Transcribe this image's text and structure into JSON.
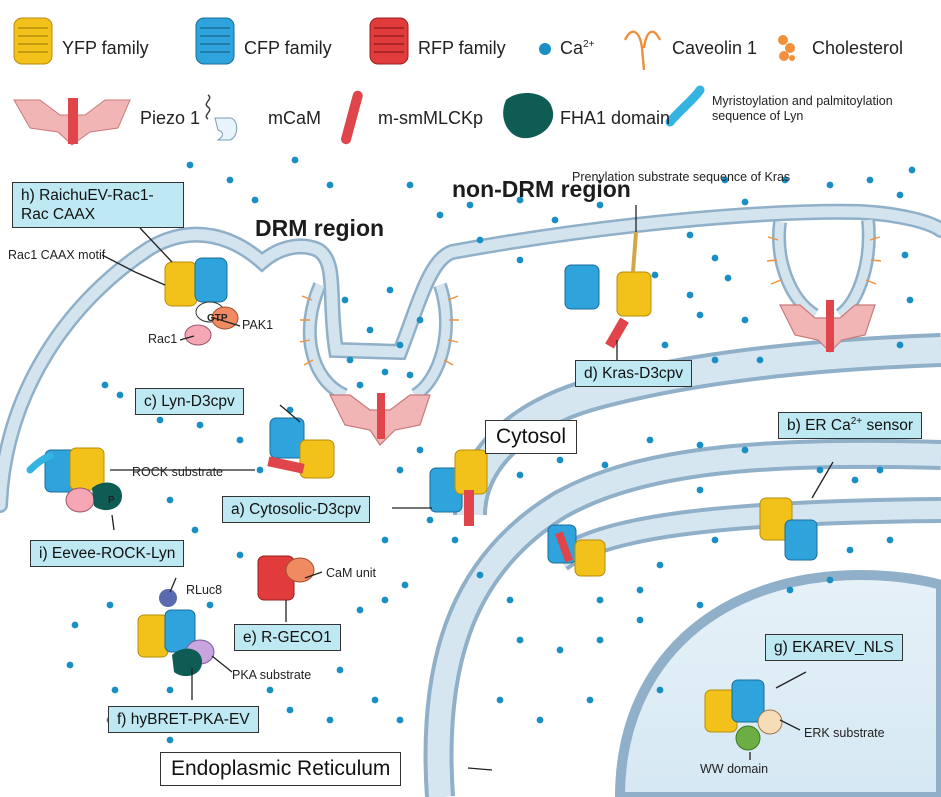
{
  "legend": {
    "yfp": "YFP family",
    "cfp": "CFP family",
    "rfp": "RFP family",
    "ca": "Ca",
    "ca_sup": "2+",
    "caveolin": "Caveolin 1",
    "cholesterol": "Cholesterol",
    "piezo": "Piezo 1",
    "mcam": "mCaM",
    "msmlckp": "m-smMLCKp",
    "fha1": "FHA1 domain",
    "lyn_seq": "Myristoylation and palmitoylation sequence of Lyn"
  },
  "regions": {
    "drm": "DRM region",
    "non_drm": "non-DRM region",
    "cytosol": "Cytosol",
    "er": "Endoplasmic Reticulum"
  },
  "sensors": {
    "a": "a) Cytosolic-D3cpv",
    "b_pre": "b) ER Ca",
    "b_sup": "2+",
    "b_post": " sensor",
    "c": "c) Lyn-D3cpv",
    "d": "d) Kras-D3cpv",
    "e": "e) R-GECO1",
    "f": "f) hyBRET-PKA-EV",
    "g": "g) EKAREV_NLS",
    "h_line1": "h) RaichuEV-Rac1-",
    "h_line2": "Rac CAAX",
    "i": "i) Eevee-ROCK-Lyn"
  },
  "annotations": {
    "rac1_caax": "Rac1 CAAX motif",
    "gtp": "GTP",
    "pak1": "PAK1",
    "rac1": "Rac1",
    "prenylation": "Prenylation substrate sequence of Kras",
    "rock_substrate": "ROCK substrate",
    "rluc8": "RLuc8",
    "pka_substrate": "PKA substrate",
    "cam_unit": "CaM unit",
    "erk_substrate": "ERK substrate",
    "ww_domain": "WW domain",
    "p": "P"
  },
  "colors": {
    "yfp": "#f2c21b",
    "cfp": "#2ea3dc",
    "rfp": "#e23b3b",
    "ca_dot": "#1a8fc6",
    "membrane_fill": "#cfe0ec",
    "membrane_edge": "#7fa3bf",
    "piezo": "#f2b5b5",
    "fha1": "#0f5c55",
    "label_box": "#bfe9f2"
  }
}
